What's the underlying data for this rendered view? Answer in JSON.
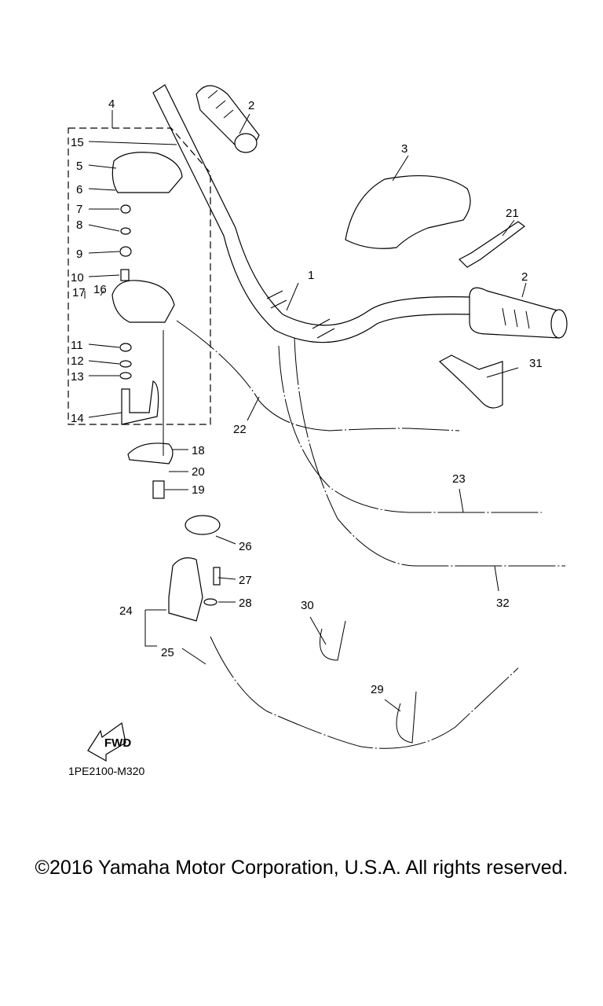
{
  "diagram": {
    "code": "1PE2100-M320",
    "fwd_label": "FWD",
    "callouts": [
      {
        "id": "1",
        "label": "1"
      },
      {
        "id": "2a",
        "label": "2"
      },
      {
        "id": "2b",
        "label": "2"
      },
      {
        "id": "3",
        "label": "3"
      },
      {
        "id": "4",
        "label": "4"
      },
      {
        "id": "5",
        "label": "5"
      },
      {
        "id": "6",
        "label": "6"
      },
      {
        "id": "7",
        "label": "7"
      },
      {
        "id": "8",
        "label": "8"
      },
      {
        "id": "9",
        "label": "9"
      },
      {
        "id": "10",
        "label": "10"
      },
      {
        "id": "11",
        "label": "11"
      },
      {
        "id": "12",
        "label": "12"
      },
      {
        "id": "13",
        "label": "13"
      },
      {
        "id": "14",
        "label": "14"
      },
      {
        "id": "15",
        "label": "15"
      },
      {
        "id": "16",
        "label": "16"
      },
      {
        "id": "17",
        "label": "17"
      },
      {
        "id": "18",
        "label": "18"
      },
      {
        "id": "19",
        "label": "19"
      },
      {
        "id": "20",
        "label": "20"
      },
      {
        "id": "21",
        "label": "21"
      },
      {
        "id": "22",
        "label": "22"
      },
      {
        "id": "23",
        "label": "23"
      },
      {
        "id": "24",
        "label": "24"
      },
      {
        "id": "25",
        "label": "25"
      },
      {
        "id": "26",
        "label": "26"
      },
      {
        "id": "27",
        "label": "27"
      },
      {
        "id": "28",
        "label": "28"
      },
      {
        "id": "29",
        "label": "29"
      },
      {
        "id": "30",
        "label": "30"
      },
      {
        "id": "31",
        "label": "31"
      },
      {
        "id": "32",
        "label": "32"
      }
    ]
  },
  "footer": {
    "copyright": "©2016 Yamaha Motor Corporation, U.S.A. All rights reserved."
  }
}
